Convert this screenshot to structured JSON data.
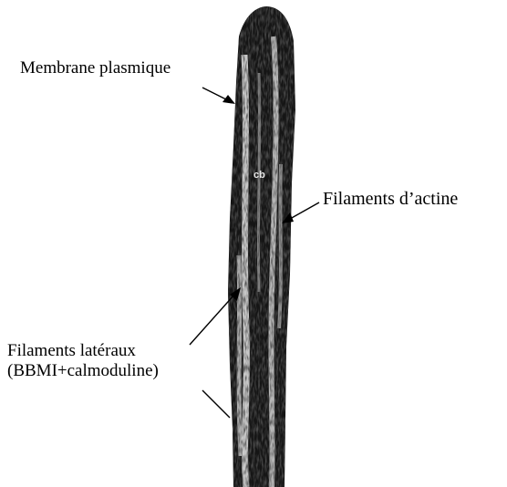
{
  "labels": {
    "membrane": "Membrane plasmique",
    "actine": "Filaments d’actine",
    "lateraux_line1": "Filaments latéraux",
    "lateraux_line2": "(BBMI+calmoduline)",
    "core_tag": "cb"
  },
  "colors": {
    "background": "#ffffff",
    "stain": "#141414",
    "highlight": "#e9e9e9",
    "text": "#000000"
  }
}
